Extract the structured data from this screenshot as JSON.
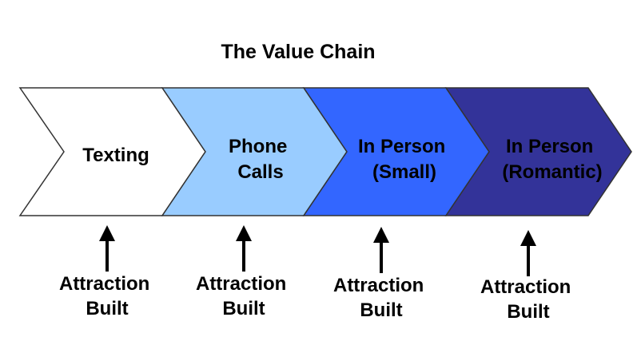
{
  "title": "The Value Chain",
  "steps": [
    {
      "lines": [
        "Texting"
      ],
      "fill": "#ffffff",
      "text_color": "#000000"
    },
    {
      "lines": [
        "Phone",
        "Calls"
      ],
      "fill": "#99ccff",
      "text_color": "#000000"
    },
    {
      "lines": [
        "In Person",
        "(Small)"
      ],
      "fill": "#3366ff",
      "text_color": "#000000"
    },
    {
      "lines": [
        "In Person",
        "(Romantic)"
      ],
      "fill": "#333399",
      "text_color": "#000000"
    }
  ],
  "captions": [
    {
      "lines": [
        "Attraction",
        "Built"
      ]
    },
    {
      "lines": [
        "Attraction",
        "Built"
      ]
    },
    {
      "lines": [
        "Attraction",
        "Built"
      ]
    },
    {
      "lines": [
        "Attraction",
        "Built"
      ]
    }
  ],
  "colors": {
    "outline": "#333333",
    "arrow": "#000000"
  }
}
